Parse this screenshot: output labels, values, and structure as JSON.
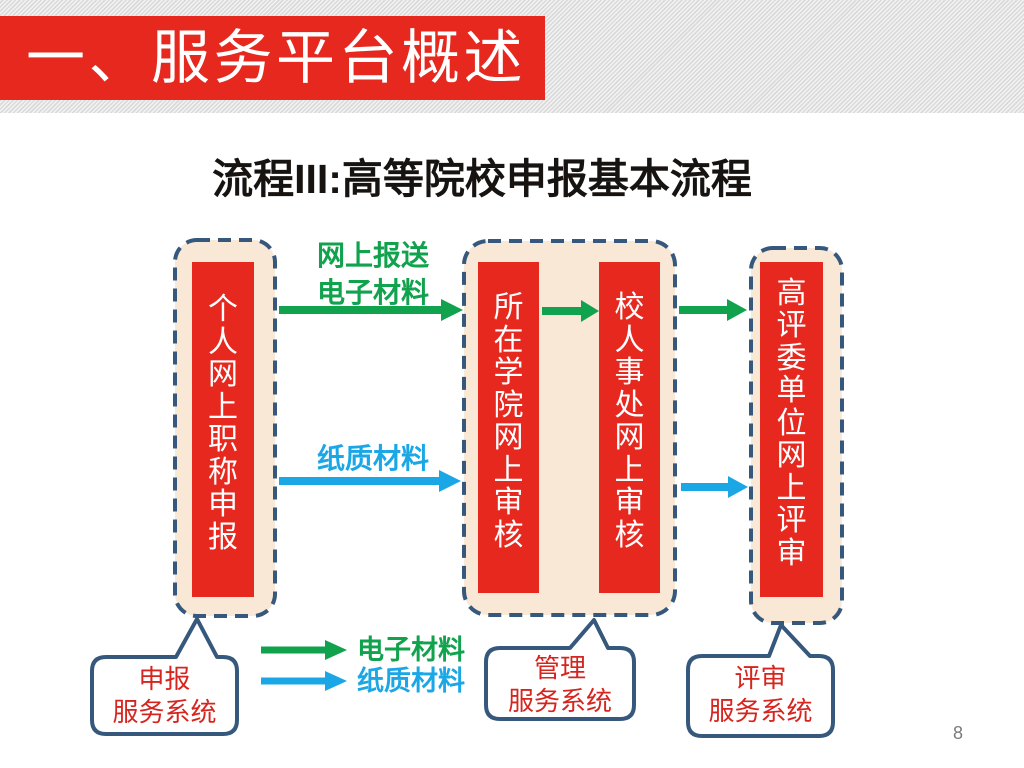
{
  "slide": {
    "section_header": "一、服务平台概述",
    "title": "流程III:高等院校申报基本流程",
    "page_number": "8"
  },
  "flow": {
    "stages": [
      {
        "id": "personal-declare",
        "label": "个人网上职称申报"
      },
      {
        "id": "college-review",
        "label": "所在学院网上审核"
      },
      {
        "id": "hr-review",
        "label": "校人事处网上审核"
      },
      {
        "id": "committee-review",
        "label": "高评委单位网上评审"
      }
    ],
    "groups": [
      {
        "id": "declare-system",
        "contains": [
          "personal-declare"
        ]
      },
      {
        "id": "manage-system",
        "contains": [
          "college-review",
          "hr-review"
        ]
      },
      {
        "id": "review-system",
        "contains": [
          "committee-review"
        ]
      }
    ],
    "arrow_labels": {
      "online_submit": "网上报送\n电子材料",
      "paper_material": "纸质材料"
    },
    "edges": [
      {
        "from": "personal-declare",
        "to": "college-review",
        "type": "electronic"
      },
      {
        "from": "personal-declare",
        "to": "college-review",
        "type": "paper"
      },
      {
        "from": "college-review",
        "to": "hr-review",
        "type": "electronic"
      },
      {
        "from": "hr-review",
        "to": "committee-review",
        "type": "electronic"
      },
      {
        "from": "hr-review",
        "to": "committee-review",
        "type": "paper"
      }
    ],
    "callouts": [
      {
        "id": "declare-system",
        "label": "申报\n服务系统"
      },
      {
        "id": "manage-system",
        "label": "管理\n服务系统"
      },
      {
        "id": "review-system",
        "label": "评审\n服务系统"
      }
    ],
    "legend": [
      {
        "type": "electronic",
        "label": "电子材料",
        "color": "#11a24e"
      },
      {
        "type": "paper",
        "label": "纸质材料",
        "color": "#1ba7e6"
      }
    ]
  },
  "colors": {
    "header_red": "#e6281f",
    "stage_red": "#e6281f",
    "group_fill_cream": "#fae8d7",
    "border_navy": "#36587c",
    "arrow_green": "#11a24e",
    "arrow_blue": "#1ba7e6",
    "callout_text_red": "#d6251e",
    "page_number_gray": "#7b7b7b"
  }
}
